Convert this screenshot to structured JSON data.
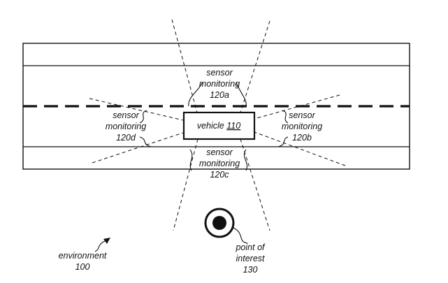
{
  "colors": {
    "ink": "#111111",
    "background": "#ffffff"
  },
  "vehicle": {
    "text": "vehicle",
    "ref": "110"
  },
  "sensors": {
    "a": {
      "line1": "sensor",
      "line2": "monitoring",
      "ref": "120a"
    },
    "b": {
      "line1": "sensor",
      "line2": "monitoring",
      "ref": "120b"
    },
    "c": {
      "line1": "sensor",
      "line2": "monitoring",
      "ref": "120c"
    },
    "d": {
      "line1": "sensor",
      "line2": "monitoring",
      "ref": "120d"
    }
  },
  "poi": {
    "line1": "point of",
    "line2": "interest",
    "ref": "130"
  },
  "environment": {
    "line1": "environment",
    "ref": "100"
  }
}
